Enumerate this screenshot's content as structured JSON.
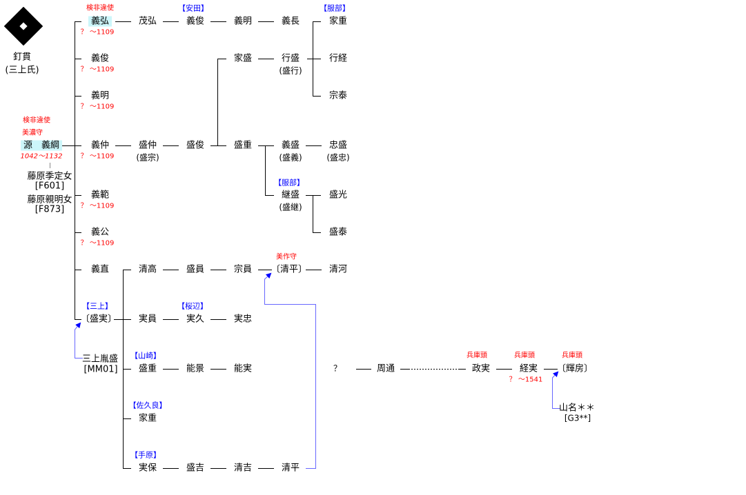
{
  "crest": {
    "name": "釘貫",
    "clan": "(三上氏)"
  },
  "root": {
    "title1": "検非違使",
    "title2": "美濃守",
    "name": "源　義綱",
    "dates": "1042～1132",
    "wife1": "藤原季定女",
    "wife1_id": "[F601]",
    "wife2": "藤原親明女",
    "wife2_id": "[F873]"
  },
  "n": {
    "yoshihiro": "義弘",
    "yoshihiro_title": "検非違使",
    "yoshihiro_d": "？ ～1109",
    "yoshitoshi1": "義俊",
    "yoshitoshi1_d": "？ ～1109",
    "yoshiaki1": "義明",
    "yoshiaki1_d": "？ ～1109",
    "yoshinaka": "義仲",
    "yoshinaka_d": "？ ～1109",
    "yoshinori": "義範",
    "yoshinori_d": "？ ～1109",
    "yoshikimi": "義公",
    "yoshikimi_d": "？ ～1109",
    "yoshinao": "義直",
    "morizane": "〔盛実〕",
    "morizane_clan": "【三上】",
    "tanemori": "三上胤盛",
    "tanemori_id": "[MM01]",
    "shigehiro": "茂弘",
    "yoshitoshi2": "義俊",
    "yoshitoshi2_clan": "【安田】",
    "yoshiaki2": "義明",
    "yoshinaga": "義長",
    "ieshige1": "家重",
    "ieshige1_clan": "【服部】",
    "yukitsune": "行経",
    "munayasu": "宗泰",
    "iemori": "家盛",
    "yukimori": "行盛",
    "yukimori_alt": "(盛行)",
    "morinaka": "盛仲",
    "morinaka_alt": "(盛宗)",
    "moritoshi": "盛俊",
    "morishige1": "盛重",
    "yoshimori": "義盛",
    "yoshimori_alt": "(盛義)",
    "tadamori": "忠盛",
    "tadamori_alt": "(盛忠)",
    "tsugumori": "継盛",
    "tsugumori_alt": "(盛継)",
    "tsugumori_clan": "【服部】",
    "morimitsu": "盛光",
    "moriyasu": "盛泰",
    "kiyotaka": "清高",
    "morikazu": "盛員",
    "munekazu": "宗員",
    "kiyohira1": "〔清平〕",
    "kiyohira1_title": "美作守",
    "kiyokawa": "清河",
    "sanekazu": "実員",
    "sanehisa": "実久",
    "sanehisa_clan": "【桜辺】",
    "sanetada": "実忠",
    "morishige2": "盛重",
    "morishige2_clan": "【山崎】",
    "yoshikage": "能景",
    "yoshizane": "能実",
    "ieshige2": "家重",
    "ieshige2_clan": "【佐久良】",
    "saneyasu": "実保",
    "saneyasu_clan": "【手原】",
    "moriyoshi": "盛吉",
    "kiyoyoshi": "清吉",
    "kiyohira2": "清平",
    "unknown": "？",
    "chikamichi": "周通",
    "masazane": "政実",
    "masazane_title": "兵庫頭",
    "tsunezane": "経実",
    "tsunezane_title": "兵庫頭",
    "tsunezane_d": "？ ～1541",
    "terufusa": "〔輝房〕",
    "terufusa_title": "兵庫頭",
    "yamana": "山名＊＊",
    "yamana_id": "[G3**]"
  }
}
